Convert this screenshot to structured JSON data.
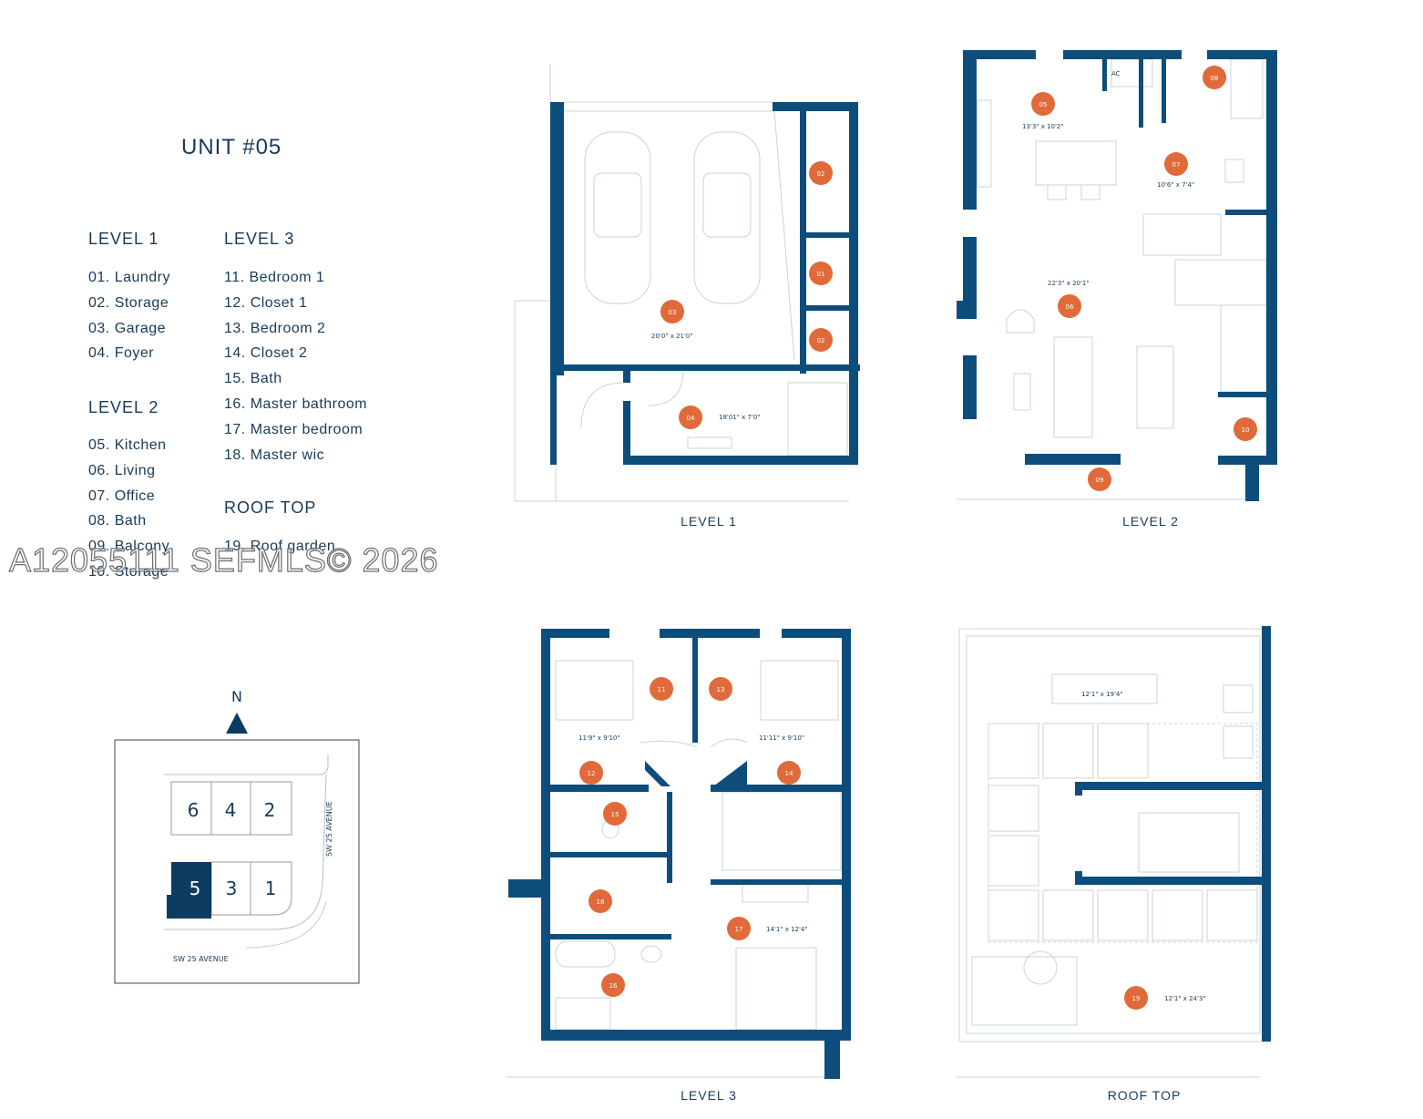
{
  "title": "UNIT #05",
  "legend": {
    "level1": {
      "heading": "LEVEL 1",
      "items": [
        "01. Laundry",
        "02. Storage",
        "03. Garage",
        "04. Foyer"
      ]
    },
    "level2": {
      "heading": "LEVEL 2",
      "items": [
        "05. Kitchen",
        "06. Living",
        "07. Office",
        "08. Bath",
        "09. Balcony",
        "10. Storage"
      ]
    },
    "level3": {
      "heading": "LEVEL 3",
      "items": [
        "11. Bedroom 1",
        "12. Closet 1",
        "13. Bedroom 2",
        "14. Closet 2",
        "15. Bath",
        "16. Master bathroom",
        "17. Master bedroom",
        "18. Master wic"
      ]
    },
    "roof": {
      "heading": "ROOF TOP",
      "items": [
        "19. Roof garden"
      ]
    }
  },
  "watermark": "A12055111  SEFMLS© 2026",
  "site_plan": {
    "north": "N",
    "street_east": "SW 25 AVENUE",
    "street_south": "SW 25 AVENUE",
    "units": [
      "6",
      "4",
      "2",
      "5",
      "3",
      "1"
    ]
  },
  "plans": {
    "level1": {
      "label": "LEVEL 1",
      "markers": [
        "02",
        "01",
        "02",
        "03",
        "04"
      ],
      "dims": [
        "20'0\" x 21'0\"",
        "18'01\" x 7'0\""
      ]
    },
    "level2": {
      "label": "LEVEL 2",
      "ac": "AC",
      "markers": [
        "05",
        "08",
        "07",
        "06",
        "10",
        "09"
      ],
      "dims": [
        "13'3\" x 10'2\"",
        "10'6\" x 7'4\"",
        "22'3\" x 20'1\""
      ]
    },
    "level3": {
      "label": "LEVEL 3",
      "markers": [
        "11",
        "13",
        "12",
        "14",
        "15",
        "18",
        "17",
        "16"
      ],
      "dims": [
        "11'9\" x 9'10\"",
        "11'11\" x 9'10\"",
        "14'1\" x 12'4\""
      ]
    },
    "roof": {
      "label": "ROOF TOP",
      "markers": [
        "19"
      ],
      "dims": [
        "12'1\" x 19'4\"",
        "12'1\" x 24'3\""
      ]
    }
  },
  "colors": {
    "wall": "#0d4d7c",
    "marker": "#e06a3a",
    "text": "#173a5a",
    "unit_highlight": "#0d3c63"
  }
}
